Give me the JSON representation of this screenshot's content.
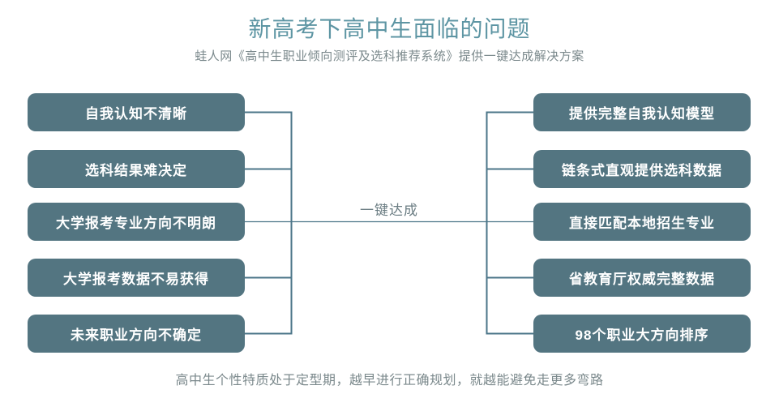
{
  "header": {
    "title": "新高考下高中生面临的问题",
    "subtitle": "蛙人网《高中生职业倾向测评及选科推荐系统》提供一键达成解决方案"
  },
  "diagram": {
    "center_label": "一键达成",
    "problems": [
      "自我认知不清晰",
      "选科结果难决定",
      "大学报考专业方向不明朗",
      "大学报考数据不易获得",
      "未来职业方向不确定"
    ],
    "solutions": [
      "提供完整自我认知模型",
      "链条式直观提供选科数据",
      "直接匹配本地招生专业",
      "省教育厅权威完整数据",
      "98个职业大方向排序"
    ]
  },
  "footer": {
    "note": "高中生个性特质处于定型期，越早进行正确规划，就越能避免走更多弯路"
  },
  "colors": {
    "box_fill": "#537581",
    "box_text": "#ffffff",
    "connector_line": "#4b7588",
    "title_text": "#5d95a3",
    "subtitle_text": "#7b898c",
    "center_label_text": "#6b7d83",
    "footer_text": "#7b898c",
    "background": "#ffffff"
  }
}
